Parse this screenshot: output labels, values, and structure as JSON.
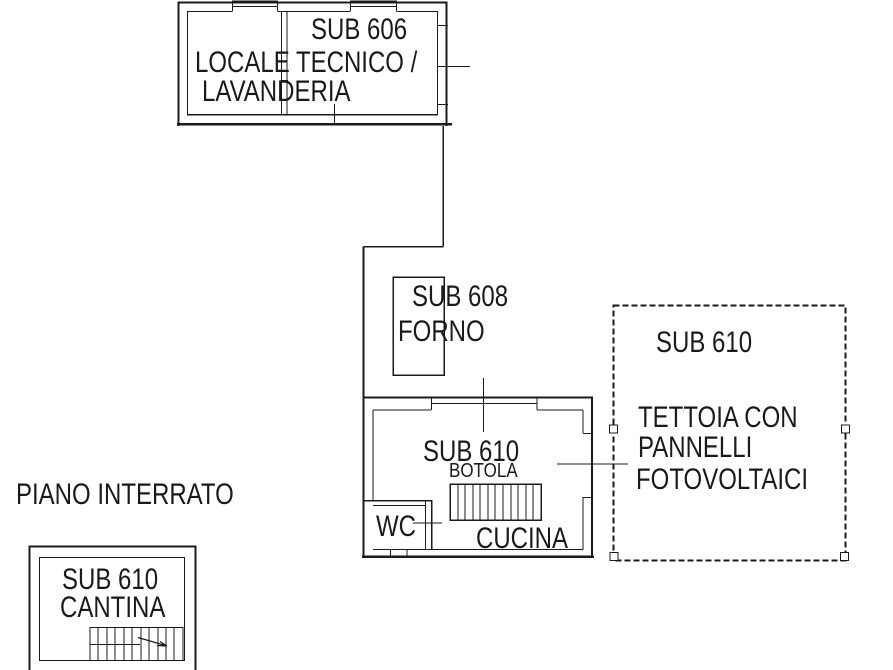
{
  "plan": {
    "title": "PIANO INTERRATO"
  },
  "rooms": {
    "locale_tecnico": {
      "unit": "SUB 606",
      "name_line1": "LOCALE TECNICO /",
      "name_line2": "LAVANDERIA"
    },
    "forno": {
      "unit": "SUB 608",
      "name": "FORNO"
    },
    "cucina": {
      "unit": "SUB 610",
      "hatch_label": "BOTOLA",
      "name": "CUCINA",
      "wc_label": "WC"
    },
    "tettoia": {
      "unit": "SUB 610",
      "name_line1": "TETTOIA CON",
      "name_line2": "PANNELLI",
      "name_line3": "FOTOVOLTAICI"
    },
    "cantina": {
      "unit": "SUB 610",
      "name": "CANTINA"
    }
  },
  "colors": {
    "line": "#1b1b1b",
    "text": "#1a1a1a",
    "background": "#ffffff"
  }
}
